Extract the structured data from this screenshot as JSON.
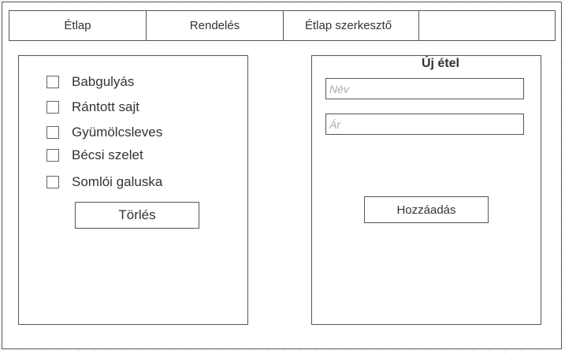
{
  "nav": {
    "tabs": [
      {
        "label": "Étlap"
      },
      {
        "label": "Rendelés"
      },
      {
        "label": "Étlap szerkesztő"
      },
      {
        "label": ""
      }
    ]
  },
  "menu_list": {
    "items": [
      {
        "label": "Babgulyás",
        "checked": false
      },
      {
        "label": "Rántott sajt",
        "checked": false
      },
      {
        "label": "Gyümölcsleves",
        "checked": false
      },
      {
        "label": "Bécsi szelet",
        "checked": false
      },
      {
        "label": "Somlói galuska",
        "checked": false
      }
    ],
    "delete_label": "Törlés"
  },
  "new_dish": {
    "title": "Új étel",
    "name_placeholder": "Név",
    "name_value": "",
    "price_placeholder": "Ár",
    "price_value": "",
    "add_label": "Hozzáadás"
  }
}
